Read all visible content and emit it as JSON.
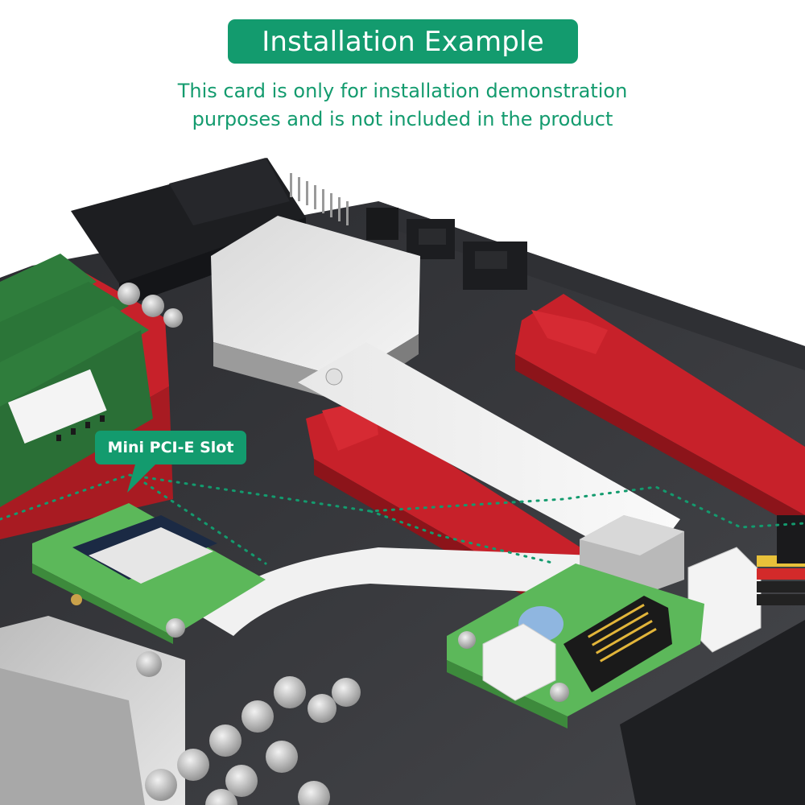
{
  "header": {
    "title": "Installation Example",
    "subtitle_line1": "This card is only for installation demonstration",
    "subtitle_line2": "purposes and is not included in the product"
  },
  "callout": {
    "label": "Mini PCI-E Slot"
  },
  "colors": {
    "accent": "#139b6e",
    "board": "#38393d",
    "slot_red": "#c7212a",
    "pcb_green": "#5cb85a",
    "ram_green": "#2f7d3c"
  }
}
